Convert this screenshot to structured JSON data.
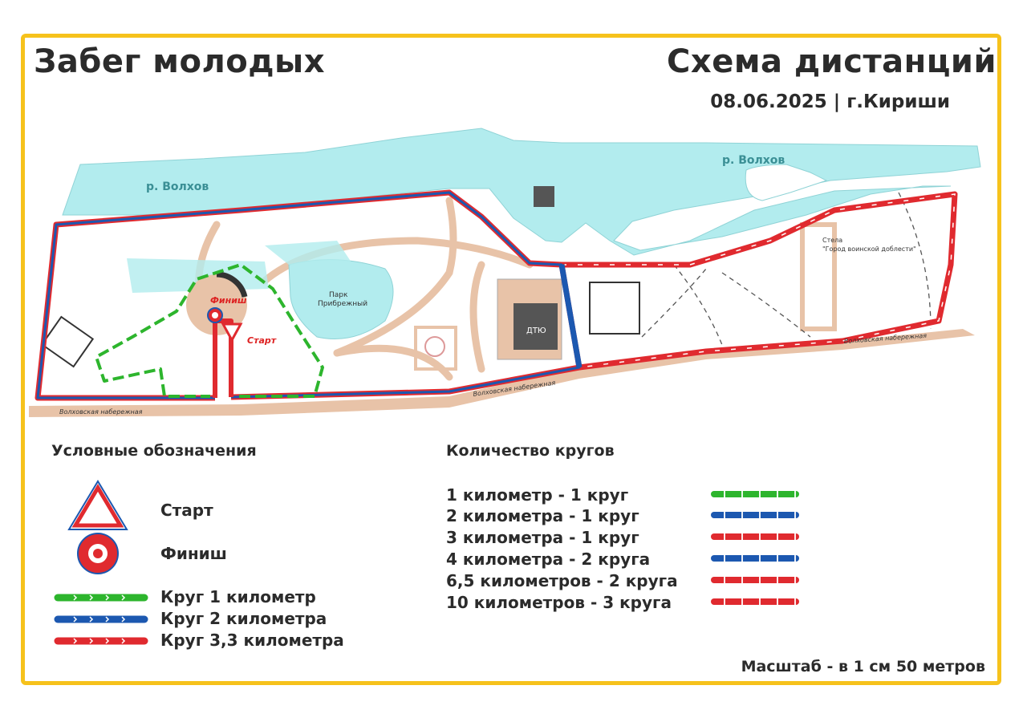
{
  "header": {
    "title_left": "Забег молодых",
    "title_right": "Схема дистанций",
    "subtitle": "08.06.2025 | г.Кириши"
  },
  "map_labels": {
    "river_left": "р. Волхов",
    "river_right": "р. Волхов",
    "park_line1": "Парк",
    "park_line2": "Прибрежный",
    "finish": "Финиш",
    "start": "Старт",
    "dtyu": "ДТЮ",
    "stela_line1": "Стела",
    "stela_line2": "\"Город воинской доблести\"",
    "embankment_left": "Волховская набережная",
    "embankment_mid": "Волховская набережная",
    "embankment_right": "Волховская набережная"
  },
  "legend": {
    "heading": "Условные обозначения",
    "start_label": "Старт",
    "finish_label": "Финиш",
    "loop_1km": "Круг 1 километр",
    "loop_2km": "Круг 2 километра",
    "loop_3km": "Круг 3,3 километра"
  },
  "laps": {
    "heading": "Количество кругов",
    "rows": [
      {
        "label": "1 километр - 1 круг",
        "color": "#2db52d"
      },
      {
        "label": "2 километра - 1 круг",
        "color": "#1c58b0"
      },
      {
        "label": "3 километра - 1 круг",
        "color": "#e02a2f"
      },
      {
        "label": "4 километра - 2 круга",
        "color": "#1c58b0"
      },
      {
        "label": "6,5 километров - 2 круга",
        "color": "#e02a2f"
      },
      {
        "label": "10 километров - 3 круга",
        "color": "#e02a2f"
      }
    ]
  },
  "scale": "Масштаб - в 1 см 50 метров",
  "colors": {
    "frame": "#f6c21c",
    "green": "#2db52d",
    "blue": "#1c58b0",
    "red": "#e02a2f",
    "water": "#b2ecee",
    "path": "#e8c3a8"
  }
}
